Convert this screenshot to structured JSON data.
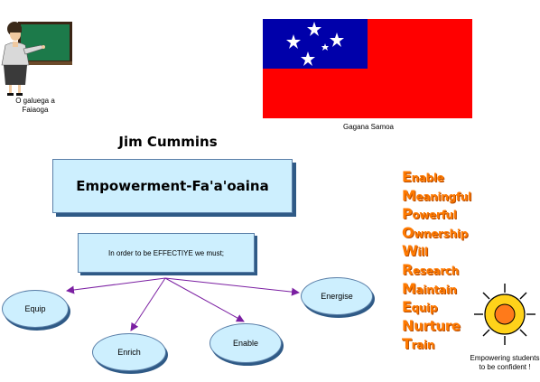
{
  "teacher": {
    "caption": "O galuega a Faiaoga"
  },
  "flag": {
    "caption": "Gagana Samoa",
    "red": "#ff0000",
    "blue": "#0000aa"
  },
  "title": {
    "author": "Jim Cummins",
    "main": "Empowerment-Fa'a'oaina"
  },
  "subtitle": "In order to be EFFECTIYE we must;",
  "ovals": {
    "equip": "Equip",
    "enrich": "Enrich",
    "enable": "Enable",
    "energise": "Energise"
  },
  "acronym": [
    {
      "initial": "E",
      "rest": "nable"
    },
    {
      "initial": "M",
      "rest": "eaningful"
    },
    {
      "initial": "P",
      "rest": "owerful"
    },
    {
      "initial": "O",
      "rest": "wnership"
    },
    {
      "initial": "W",
      "rest": "ill"
    },
    {
      "initial": "R",
      "rest": "esearch"
    },
    {
      "initial": "M",
      "rest": "aintain"
    },
    {
      "initial": "E",
      "rest": "quip"
    },
    {
      "initial": "N",
      "rest": "urture"
    },
    {
      "initial": "T",
      "rest": "rain"
    }
  ],
  "sun": {
    "caption": "Empowering students to be confident !"
  },
  "colors": {
    "box_fill": "#cdeffe",
    "box_shadow": "#2f5a86",
    "arrow": "#7b1fa2",
    "acronym": "#ff7a00"
  }
}
